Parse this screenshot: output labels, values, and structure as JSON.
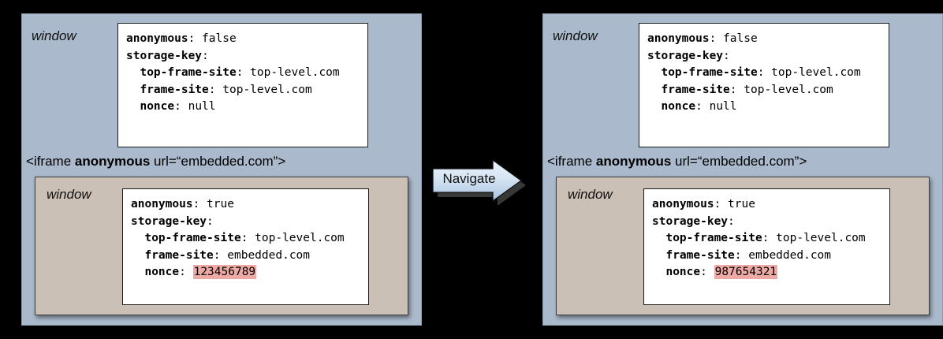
{
  "background_color": "#000000",
  "colors": {
    "outer_panel": "#aab9cb",
    "inner_panel": "#cbc0b5",
    "code_box": "#ffffff",
    "nonce_highlight": "#eda9a4",
    "arrow_fill_start": "#e8f0fa",
    "arrow_fill_end": "#aac4e0"
  },
  "arrow": {
    "label": "Navigate"
  },
  "panels": [
    {
      "id": "before",
      "window_label": "window",
      "outer_code": [
        {
          "indent": 0,
          "key": "anonymous",
          "sep": ": ",
          "value": "false",
          "highlight": false
        },
        {
          "indent": 0,
          "key": "storage-key",
          "sep": ":",
          "value": "",
          "highlight": false
        },
        {
          "indent": 2,
          "key": "top-frame-site",
          "sep": ": ",
          "value": "top-level.com",
          "highlight": false
        },
        {
          "indent": 2,
          "key": "frame-site",
          "sep": ": ",
          "value": "top-level.com",
          "highlight": false
        },
        {
          "indent": 2,
          "key": "nonce",
          "sep": ": ",
          "value": "null",
          "highlight": false
        }
      ],
      "iframe_declaration": {
        "prefix": "<iframe ",
        "bold": "anonymous",
        "suffix": " url=“embedded.com”>"
      },
      "inner": {
        "window_label": "window",
        "code": [
          {
            "indent": 0,
            "key": "anonymous",
            "sep": ": ",
            "value": "true",
            "highlight": false
          },
          {
            "indent": 0,
            "key": "storage-key",
            "sep": ":",
            "value": "",
            "highlight": false
          },
          {
            "indent": 2,
            "key": "top-frame-site",
            "sep": ": ",
            "value": "top-level.com",
            "highlight": false
          },
          {
            "indent": 2,
            "key": "frame-site",
            "sep": ": ",
            "value": "embedded.com",
            "highlight": false
          },
          {
            "indent": 2,
            "key": "nonce",
            "sep": ": ",
            "value": "123456789",
            "highlight": true
          }
        ]
      }
    },
    {
      "id": "after",
      "window_label": "window",
      "outer_code": [
        {
          "indent": 0,
          "key": "anonymous",
          "sep": ": ",
          "value": "false",
          "highlight": false
        },
        {
          "indent": 0,
          "key": "storage-key",
          "sep": ":",
          "value": "",
          "highlight": false
        },
        {
          "indent": 2,
          "key": "top-frame-site",
          "sep": ": ",
          "value": "top-level.com",
          "highlight": false
        },
        {
          "indent": 2,
          "key": "frame-site",
          "sep": ": ",
          "value": "top-level.com",
          "highlight": false
        },
        {
          "indent": 2,
          "key": "nonce",
          "sep": ": ",
          "value": "null",
          "highlight": false
        }
      ],
      "iframe_declaration": {
        "prefix": "<iframe ",
        "bold": "anonymous",
        "suffix": " url=“embedded.com”>"
      },
      "inner": {
        "window_label": "window",
        "code": [
          {
            "indent": 0,
            "key": "anonymous",
            "sep": ": ",
            "value": "true",
            "highlight": false
          },
          {
            "indent": 0,
            "key": "storage-key",
            "sep": ":",
            "value": "",
            "highlight": false
          },
          {
            "indent": 2,
            "key": "top-frame-site",
            "sep": ": ",
            "value": "top-level.com",
            "highlight": false
          },
          {
            "indent": 2,
            "key": "frame-site",
            "sep": ": ",
            "value": "embedded.com",
            "highlight": false
          },
          {
            "indent": 2,
            "key": "nonce",
            "sep": ": ",
            "value": "987654321",
            "highlight": true
          }
        ]
      }
    }
  ]
}
